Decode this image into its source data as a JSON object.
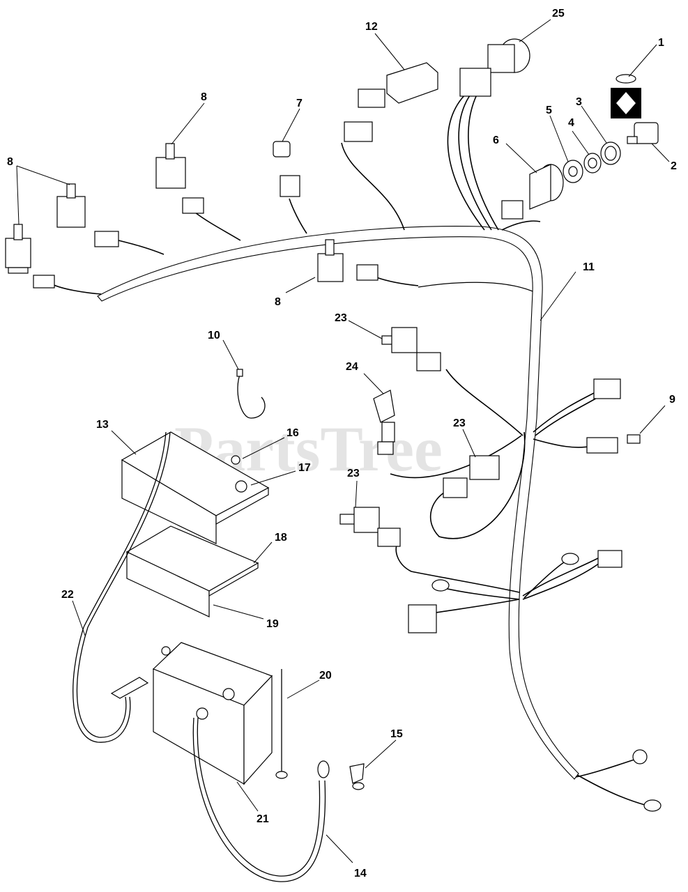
{
  "watermark": "PartsTree",
  "callouts": {
    "c1": "1",
    "c2": "2",
    "c3": "3",
    "c4": "4",
    "c5": "5",
    "c6": "6",
    "c7": "7",
    "c8a": "8",
    "c8b": "8",
    "c8c": "8",
    "c9": "9",
    "c10": "10",
    "c11": "11",
    "c12": "12",
    "c13": "13",
    "c14": "14",
    "c15": "15",
    "c16": "16",
    "c17": "17",
    "c18": "18",
    "c19": "19",
    "c20": "20",
    "c21": "21",
    "c22": "22",
    "c23a": "23",
    "c23b": "23",
    "c23c": "23",
    "c24": "24",
    "c25": "25"
  }
}
